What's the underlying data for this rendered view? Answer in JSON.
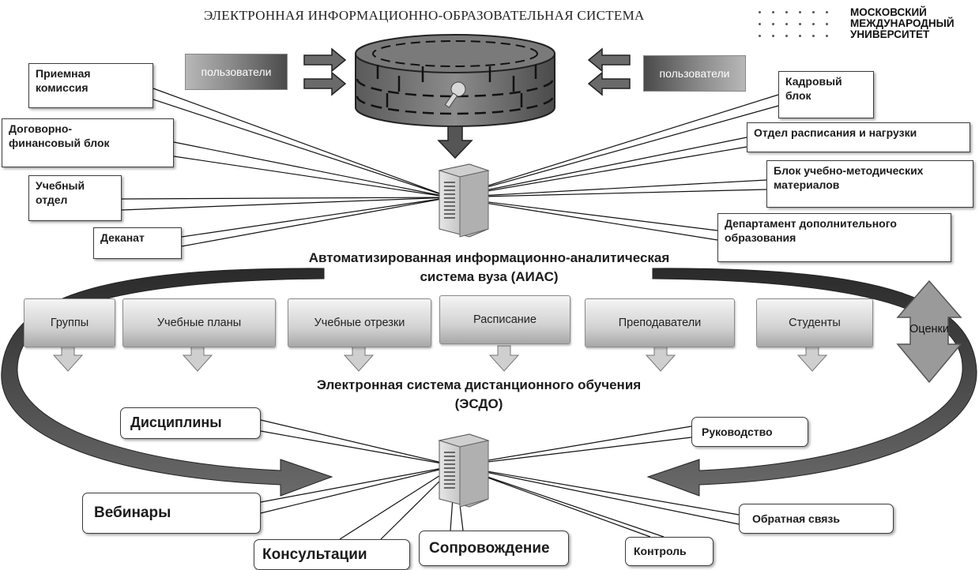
{
  "header": {
    "title": "ЭЛЕКТРОННАЯ ИНФОРМАЦИОННО-ОБРАЗОВАТЕЛЬНАЯ СИСТЕМА",
    "logo_lines": [
      "МОСКОВСКИЙ",
      "МЕЖДУНАРОДНЫЙ",
      "УНИВЕРСИТЕТ"
    ]
  },
  "users": {
    "left": "пользователи",
    "right": "пользователи"
  },
  "aias": {
    "title_line1": "Автоматизированная  информационно-аналитическая",
    "title_line2": "система вуза (АИАС)",
    "left_units": [
      {
        "lines": [
          "Приемная",
          "комиссия"
        ]
      },
      {
        "lines": [
          "Договорно-",
          "финансовый блок"
        ]
      },
      {
        "lines": [
          "Учебный",
          "отдел"
        ]
      },
      {
        "lines": [
          "Деканат"
        ]
      }
    ],
    "right_units": [
      {
        "lines": [
          "Кадровый",
          "блок"
        ]
      },
      {
        "lines": [
          "Отдел расписания и нагрузки"
        ]
      },
      {
        "lines": [
          "Блок учебно-методических",
          "материалов"
        ]
      },
      {
        "lines": [
          "Департамент дополнительного",
          "образования"
        ]
      }
    ]
  },
  "modules": [
    "Группы",
    "Учебные планы",
    "Учебные отрезки",
    "Расписание",
    "Преподаватели",
    "Студенты",
    "Оценки"
  ],
  "esdo": {
    "title_line1": "Электронная система дистанционного  обучения",
    "title_line2": "(ЭСДО)",
    "services": [
      "Дисциплины",
      "Вебинары",
      "Консультации",
      "Сопровождение",
      "Контроль",
      "Обратная связь",
      "Руководство"
    ]
  }
}
